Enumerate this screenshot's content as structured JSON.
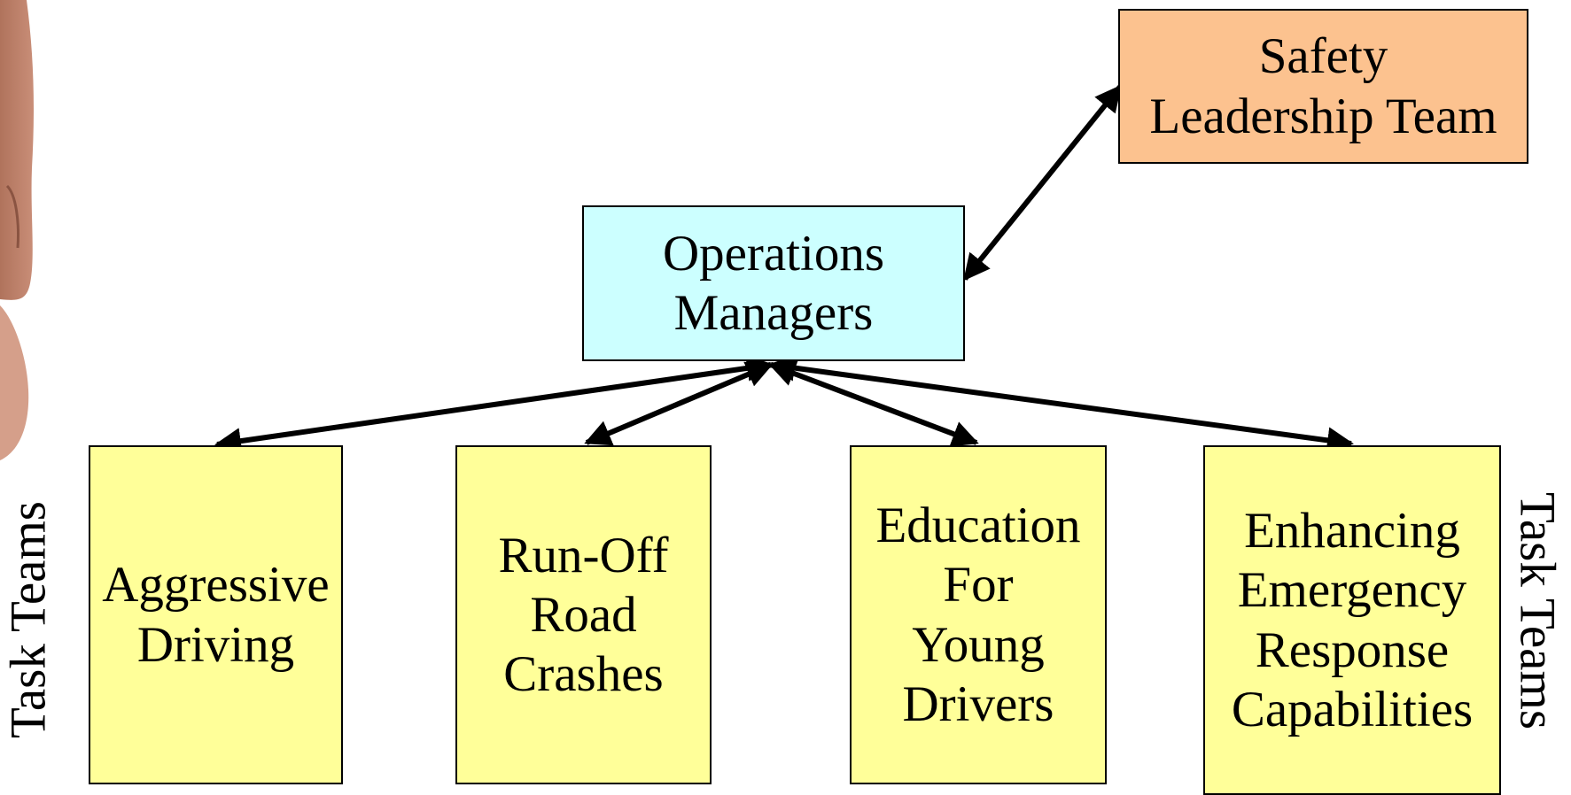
{
  "colors": {
    "safety": "#fcc28f",
    "operations": "#ccffff",
    "task": "#ffff99",
    "arrow": "#000000"
  },
  "nodes": {
    "safety": "Safety\nLeadership Team",
    "operations": "Operations\nManagers",
    "task1": "Aggressive\nDriving",
    "task2": "Run-Off\nRoad\nCrashes",
    "task3": "Education\nFor\n Young\nDrivers",
    "task4": "Enhancing\nEmergency\nResponse\nCapabilities"
  },
  "side_labels": {
    "left": "Task Teams",
    "right": "Task Teams"
  }
}
